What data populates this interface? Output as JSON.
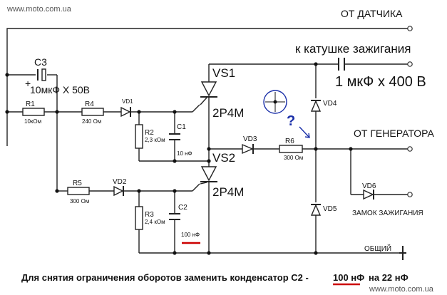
{
  "watermark_top": "www.moto.com.ua",
  "watermark_bottom": "www.moto.com.ua",
  "labels": {
    "from_sensor": "ОТ ДАТЧИКА",
    "to_ignition_coil": "к  катушке  зажигания",
    "cap_output": "1 мкФ х 400 В",
    "from_generator": "ОТ ГЕНЕРАТОРА",
    "ignition_lock": "ЗАМОК ЗАЖИГАНИЯ",
    "common": "ОБЩИЙ",
    "question_mark": "?"
  },
  "components": {
    "c3": "С3",
    "c3_value": "10мкФ Х 50В",
    "c3_plus": "+",
    "r1": "R1",
    "r1_value": "10кОм",
    "r4": "R4",
    "r4_value": "240 Ом",
    "vd1": "VD1",
    "r2": "R2",
    "r2_value": "2,3 кОм",
    "c1": "С1",
    "c1_value": "10 нФ",
    "vs1": "VS1",
    "vs1_type": "2Р4М",
    "vs2": "VS2",
    "vs2_type": "2Р4М",
    "vd3": "VD3",
    "r6": "R6",
    "r6_value": "300 Ом",
    "vd4": "VD4",
    "vd5": "VD5",
    "vd6": "VD6",
    "r5": "R5",
    "r5_value": "300 Ом",
    "vd2": "VD2",
    "r3": "R3",
    "r3_value": "2,4 кОм",
    "c2": "С2",
    "c2_value": "100 нФ"
  },
  "note": {
    "prefix": "Для  снятия  ограничения  оборотов заменить конденсатор С2  -",
    "highlight": "100 нФ",
    "suffix": "на  22 нФ"
  },
  "colors": {
    "highlight_underline": "#cc0000",
    "annotation": "#1a2fa8"
  }
}
